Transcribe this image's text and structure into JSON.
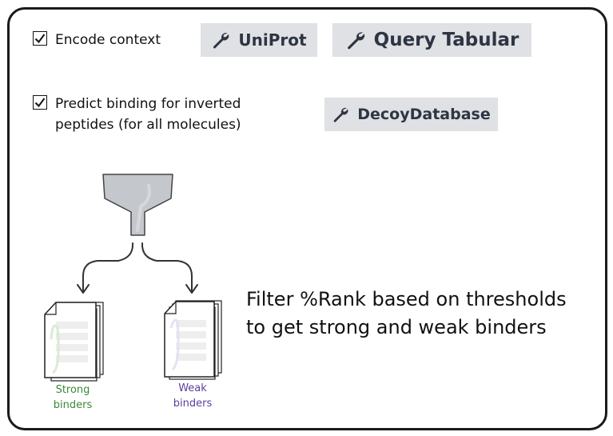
{
  "checkboxes": [
    {
      "label": "Encode context",
      "checked": true
    },
    {
      "label_lines": [
        "Predict binding for inverted",
        "peptides (for all molecules)"
      ],
      "checked": true
    }
  ],
  "tools": [
    {
      "label": "UniProt",
      "icon": "wrench-icon"
    },
    {
      "label": "Query Tabular",
      "icon": "wrench-icon"
    },
    {
      "label": "DecoyDatabase",
      "icon": "wrench-icon"
    }
  ],
  "outputs": {
    "strong": {
      "lines": [
        "Strong",
        "binders"
      ],
      "color": "#3a8a3a"
    },
    "weak": {
      "lines": [
        "Weak",
        "binders"
      ],
      "color": "#5a3f9e"
    }
  },
  "note": {
    "lines": [
      "Filter %Rank based on thresholds",
      "to get strong and weak binders"
    ]
  },
  "colors": {
    "button_bg": "#dfe1e5",
    "button_text": "#2e3542",
    "funnel": "#c4c7cc",
    "border": "#1a1a1a"
  }
}
